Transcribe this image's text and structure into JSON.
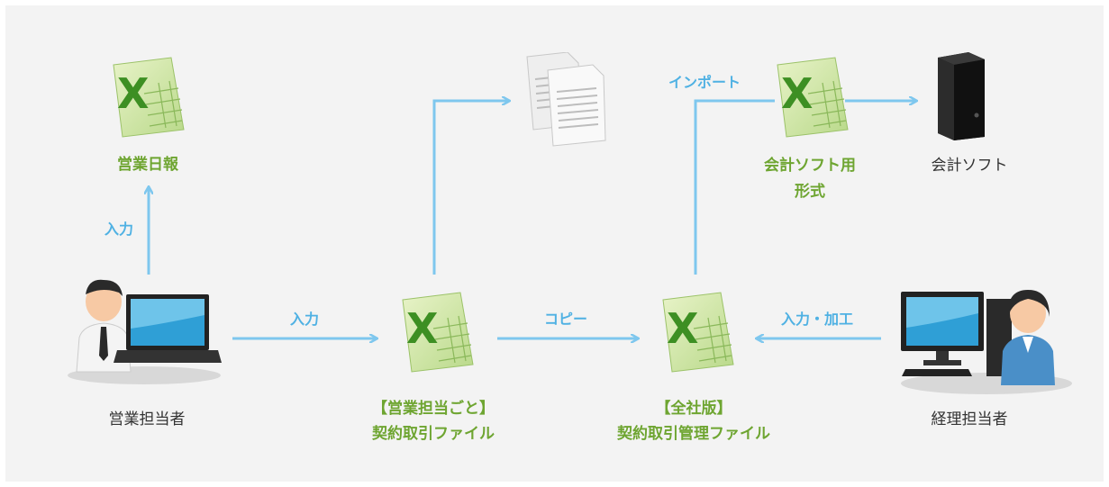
{
  "colors": {
    "arrow": "#7ec7ee",
    "label_green": "#6ea531",
    "label_blue": "#4fb1e3",
    "label_dark": "#333333",
    "background": "#f3f3f3",
    "excel_green": "#4a9a2a"
  },
  "icons": {
    "excel": "excel-file-icon",
    "documents": "documents-icon",
    "server": "server-tower-icon",
    "sales_person": "salesperson-laptop-icon",
    "accountant": "accountant-desktop-icon"
  },
  "nodes": {
    "daily_report": {
      "label": "営業日報"
    },
    "sales_rep": {
      "label": "営業担当者"
    },
    "per_rep_file": {
      "line1": "【営業担当ごと】",
      "line2": "契約取引ファイル"
    },
    "company_file": {
      "line1": "【全社版】",
      "line2": "契約取引管理ファイル"
    },
    "accountant": {
      "label": "経理担当者"
    },
    "accounting_format": {
      "line1": "会計ソフト用",
      "line2": "形式"
    },
    "accounting_software": {
      "label": "会計ソフト"
    }
  },
  "edges": {
    "input_daily": "入力",
    "input_file": "入力",
    "copy": "コピー",
    "input_process": "入力・加工",
    "import": "インポート"
  }
}
